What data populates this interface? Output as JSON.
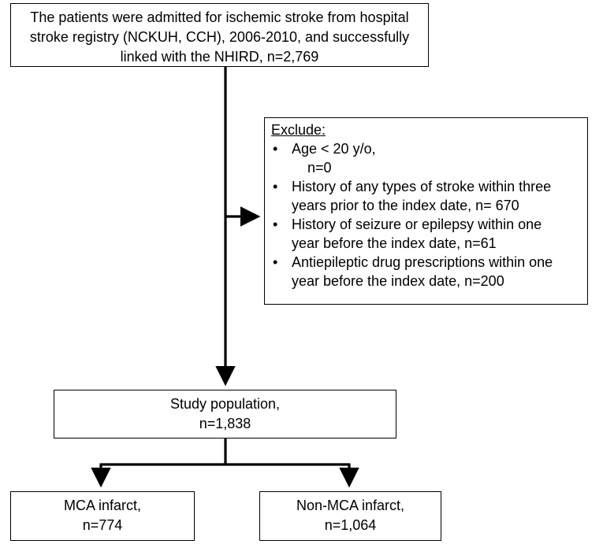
{
  "top_box": {
    "lines": [
      "The patients were admitted for ischemic stroke from hospital",
      "stroke registry (NCKUH, CCH), 2006-2010, and successfully",
      "linked with the NHIRD, n=2,769"
    ]
  },
  "exclude_box": {
    "title": "Exclude:",
    "items": [
      {
        "line1": "Age < 20 y/o,",
        "line2": "n=0"
      },
      {
        "line1": "History of any types of stroke within three",
        "line2": "years prior to the index date, n= 670"
      },
      {
        "line1": "History of seizure or epilepsy within one",
        "line2": "year before the index date, n=61"
      },
      {
        "line1": "Antiepileptic drug prescriptions within one",
        "line2": "year before the index date, n=200"
      }
    ]
  },
  "study_box": {
    "lines": [
      "Study population,",
      "n=1,838"
    ]
  },
  "mca_box": {
    "lines": [
      "MCA infarct,",
      "n=774"
    ]
  },
  "nonmca_box": {
    "lines": [
      "Non-MCA infarct,",
      "n=1,064"
    ]
  }
}
